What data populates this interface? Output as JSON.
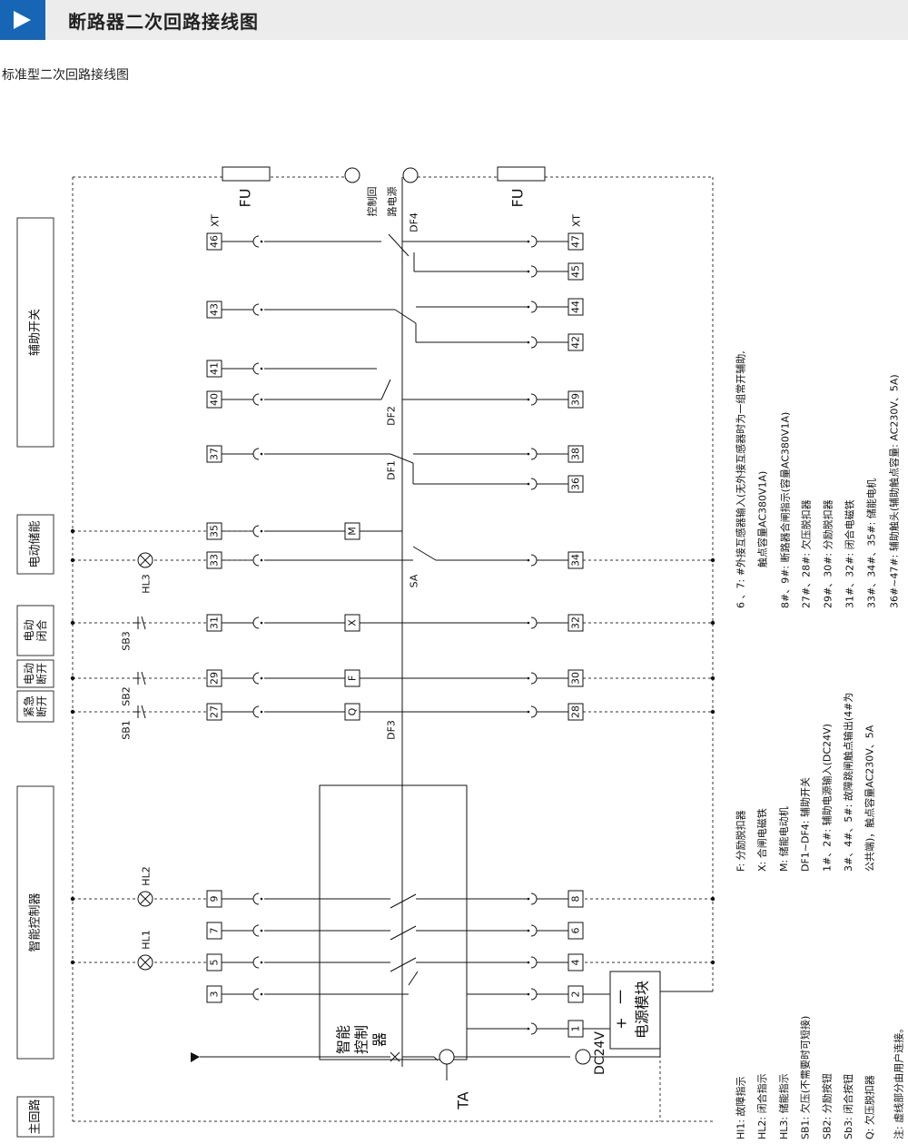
{
  "header": {
    "title": "断路器二次回路接线图",
    "play_icon": "play-icon",
    "accent": "#1666b5"
  },
  "subtitle": "标准型二次回路接线图",
  "groups": {
    "aux_switch": "辅助开关",
    "motor_energy": "电动储能",
    "motor_close": "电动闭合",
    "motor_open": "电动断开",
    "emergency_open": "紧急断开",
    "controller": "智能控制器",
    "main_circuit": "主回路"
  },
  "terminals": {
    "top": [
      "46",
      "43",
      "41",
      "40",
      "37",
      "35",
      "33",
      "31",
      "29",
      "27",
      "9",
      "7",
      "5",
      "3"
    ],
    "bottom": [
      "47",
      "45",
      "44",
      "42",
      "39",
      "38",
      "36",
      "34",
      "32",
      "30",
      "28",
      "8",
      "6",
      "4",
      "2",
      "1"
    ]
  },
  "labels": {
    "fu": "FU",
    "xt": "XT",
    "ctrl_power": "控制回路电源",
    "df1": "DF1",
    "df2": "DF2",
    "df3": "DF3",
    "df4": "DF4",
    "sa": "SA",
    "m": "M",
    "x": "X",
    "f": "F",
    "q": "Q",
    "sb1": "SB1",
    "sb2": "SB2",
    "sb3": "SB3",
    "hl1": "HL1",
    "hl2": "HL2",
    "hl3": "HL3",
    "controller_box": "智能控制器",
    "power_module": "电源模块",
    "plus": "+",
    "minus": "一",
    "dc24v": "DC24V",
    "ta": "TA"
  },
  "legend_left": [
    "Hl1: 故障指示",
    "HL2: 闭合指示",
    "HL3: 储能指示",
    "SB1: 欠压(不需要时可短接)",
    "SB2: 分励按钮",
    "Sb3: 闭合按钮",
    "Q: 欠压脱扣器"
  ],
  "legend_middle": [
    "F: 分励脱扣器",
    "X: 合闸电磁铁",
    "M: 储能电动机",
    "DF1~DF4: 辅助开关",
    "1#、2#: 辅助电源输入(DC24V)",
    "3#、4#、5#: 故障跳闸触点输出(4#为",
    "公共端)，触点容量AC230V、5A"
  ],
  "legend_right": [
    "6 、7: #外接互感器输入(无外接互感器时为一组常开辅助,",
    "触点容量AC380V1A)",
    "8#、9#: 断路器合闸指示(容量AC380V1A)",
    "27#、28#: 欠压脱扣器",
    "29#、30#: 分励脱扣器",
    "31#、32#: 闭合电磁铁",
    "33#、34#、35#: 储能电机",
    "36#~47#: 辅助触头(辅助触点容量: AC230V、5A)"
  ],
  "note": "注: 虚线部分由用户连接。"
}
